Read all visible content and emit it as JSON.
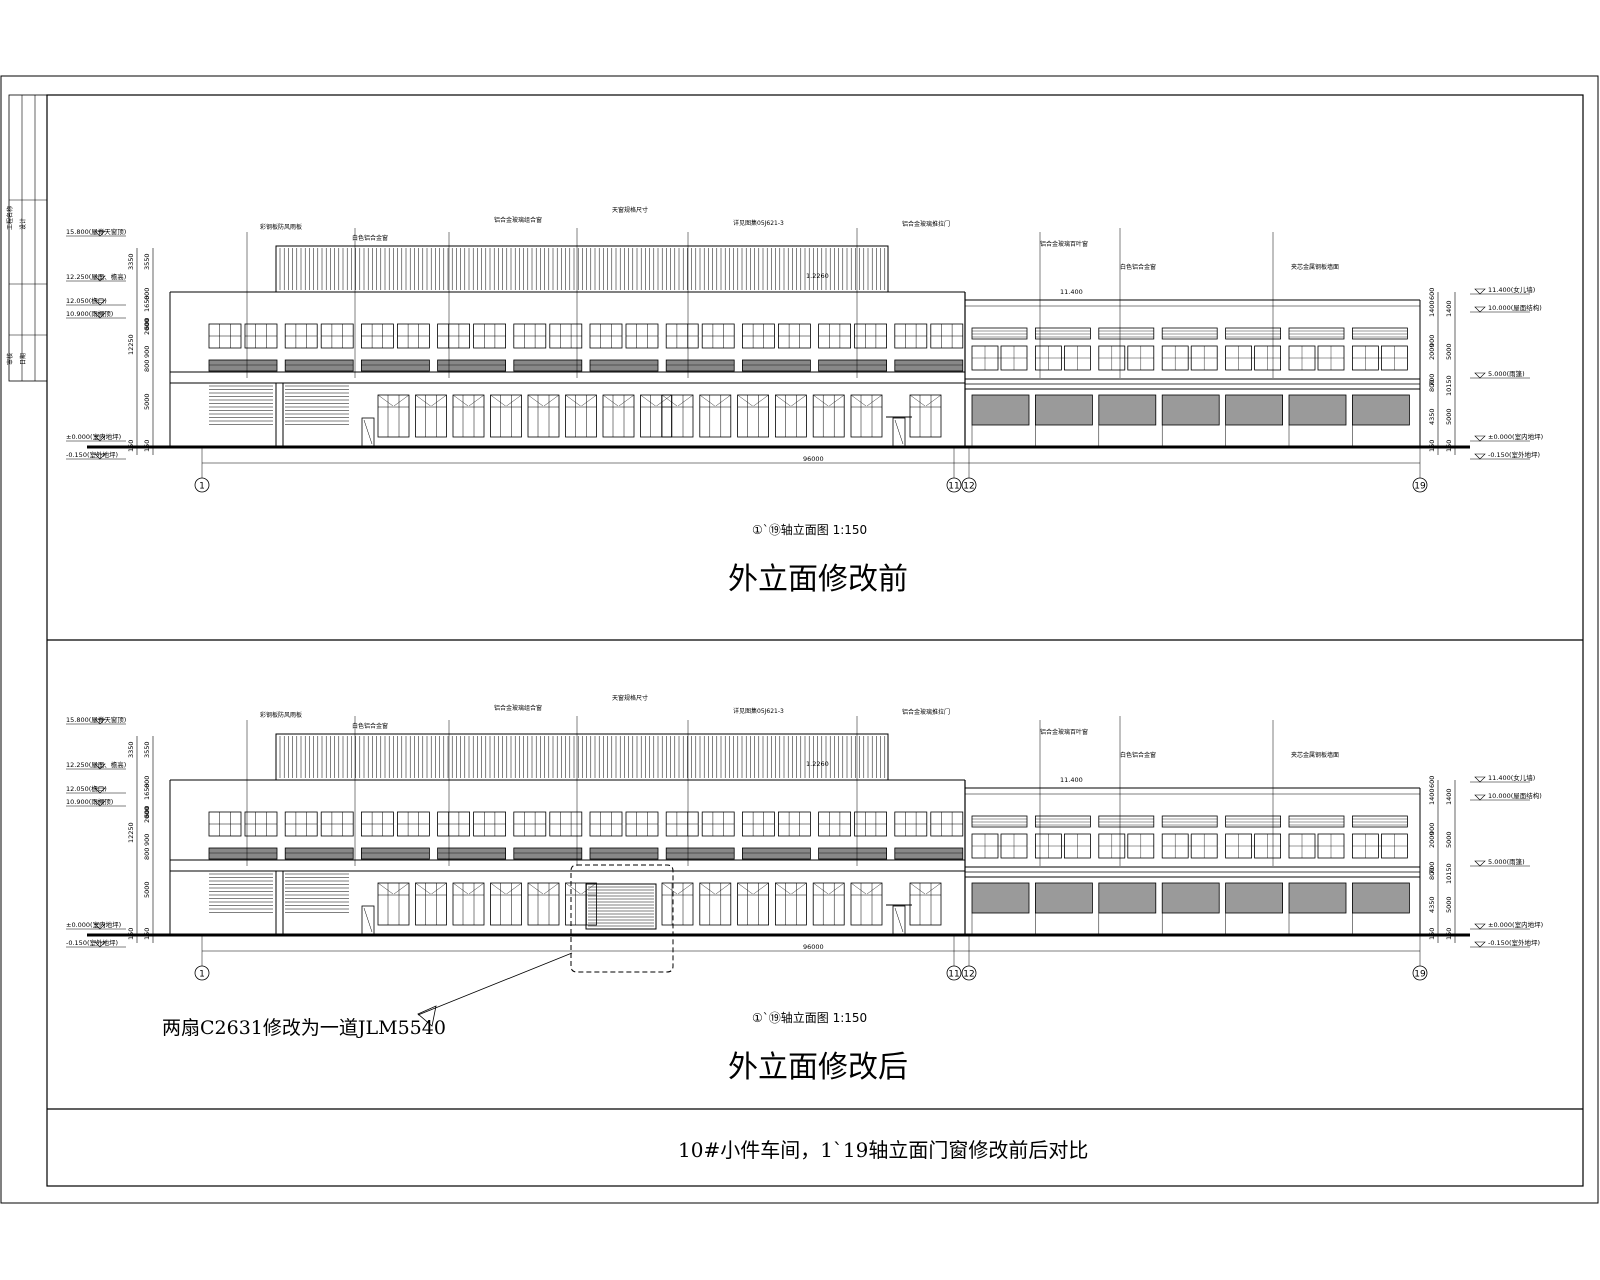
{
  "sheet_title": "10#小件车间，1`19轴立面门窗修改前后对比",
  "panels": [
    {
      "id": "before",
      "drawing_label": "①`⑲轴立面图 1:150",
      "caption": "外立面修改前"
    },
    {
      "id": "after",
      "drawing_label": "①`⑲轴立面图 1:150",
      "caption": "外立面修改后",
      "revision_note": "两扇C2631修改为一道JLM5540"
    }
  ],
  "elevation": {
    "left_levels": [
      "15.800(屋脊天窗顶)",
      "12.250(屋面、檐高)",
      "12.050(檐口)",
      "10.900(雨棚顶)",
      "±0.000(室内地坪)",
      "-0.150(室外地坪)"
    ],
    "right_levels": [
      "11.400(女儿墙)",
      "10.000(屋面结构)",
      "5.000(雨篷)",
      "±0.000(室内地坪)",
      "-0.150(室外地坪)"
    ],
    "left_dims": [
      "3350",
      "3550",
      "600",
      "1650",
      "600",
      "2000",
      "900",
      "12250",
      "800",
      "5000",
      "150",
      "150"
    ],
    "right_dims": [
      "600",
      "1400",
      "1400",
      "900",
      "2000",
      "5000",
      "700",
      "800",
      "10150",
      "4350",
      "5000",
      "150",
      "150"
    ],
    "span_dim": "96000",
    "roof_ridge_dim": "1.2260",
    "inner_level": "11.400",
    "axes": [
      "1",
      "11",
      "12",
      "19"
    ],
    "callouts": [
      "彩钢板防风雨板",
      "白色铝合金窗",
      "铝合金玻璃组合窗",
      "天窗规格尺寸",
      "详见图集05J621-3",
      "铝合金玻璃推拉门",
      "铝合金玻璃百叶窗",
      "白色铝合金窗",
      "夹芯金属钢板墙面",
      "雨篷"
    ]
  },
  "title_block": {
    "marks": [
      "工程名称",
      "设计",
      "审核",
      "日期"
    ]
  },
  "colors": {
    "line": "#000000",
    "fill_dark": "#888888",
    "fill_mid": "#9a9a9a",
    "paper": "#ffffff"
  }
}
